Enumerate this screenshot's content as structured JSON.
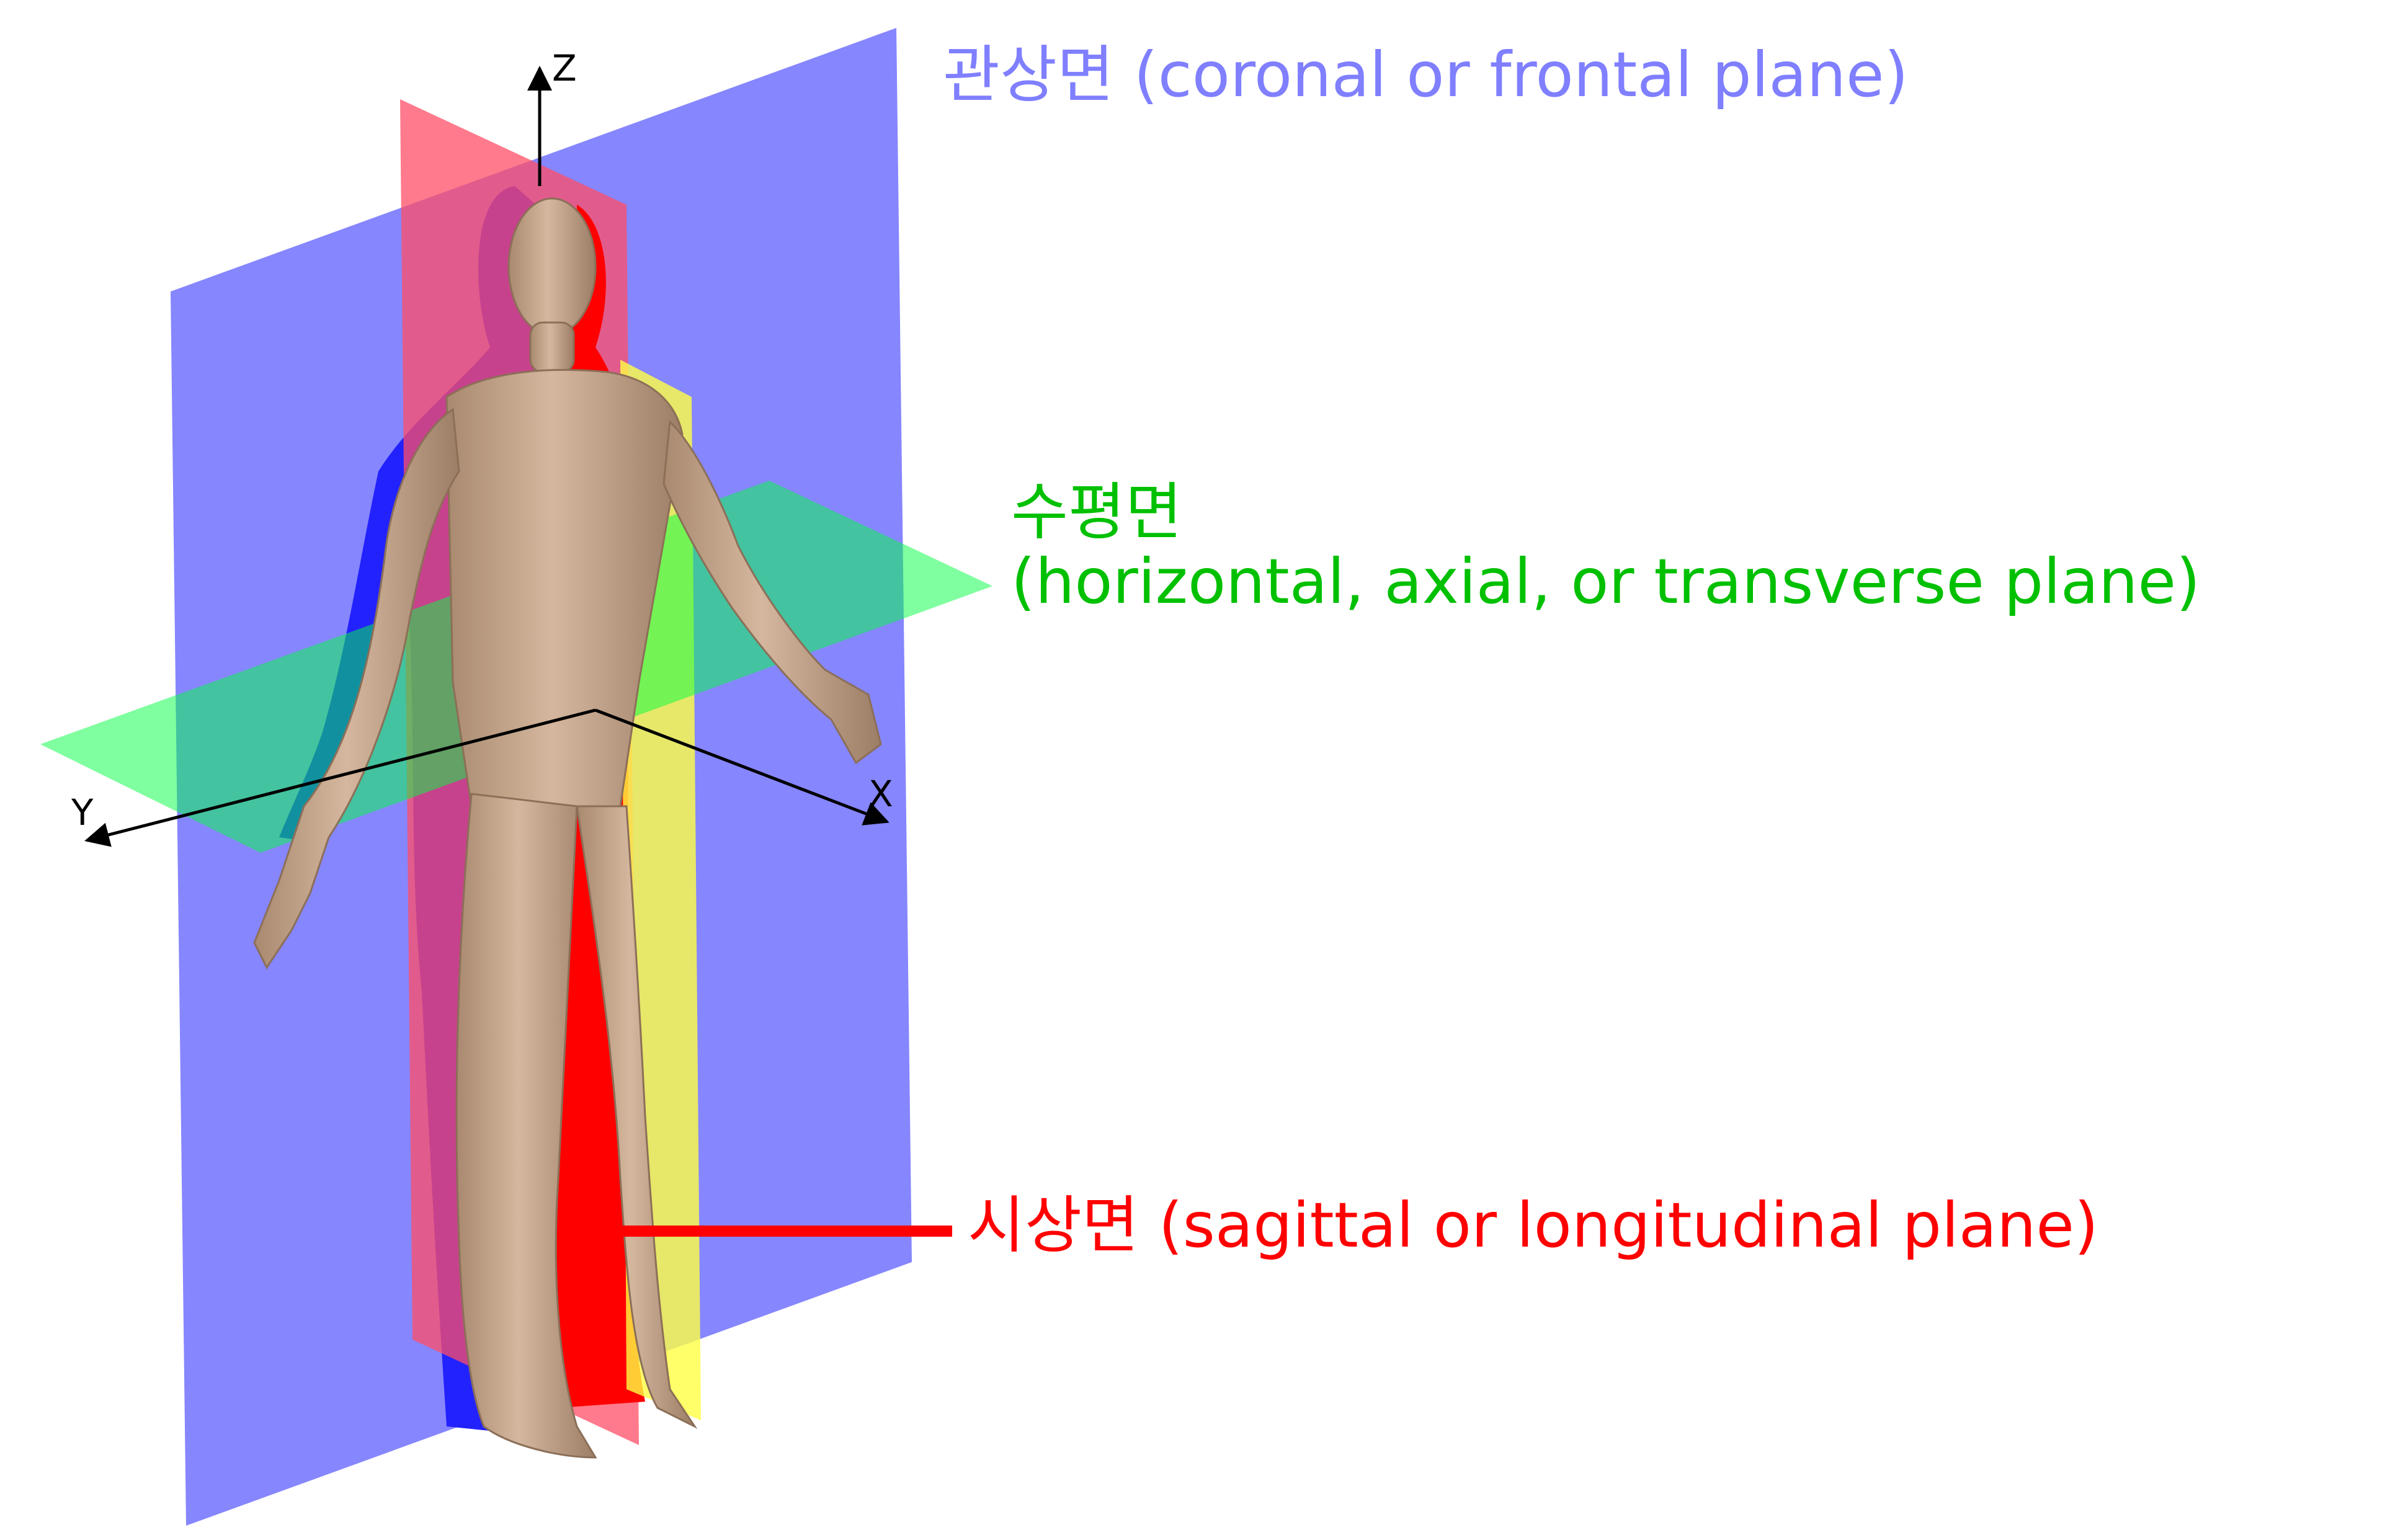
{
  "axes": {
    "x": "X",
    "y": "Y",
    "z": "Z"
  },
  "labels": {
    "coronal": "관상면 (coronal or frontal plane)",
    "horizontal_line1": "수평면",
    "horizontal_line2": "(horizontal, axial, or transverse plane)",
    "sagittal": "시상면 (sagittal or longitudinal plane)"
  },
  "colors": {
    "coronal": "#7f7fff",
    "horizontal": "#00c000",
    "sagittal": "#ff0000",
    "sagittal_plane_fill": "#ff4d66",
    "yellow_plane": "#ffff44",
    "skin": "#c8a98e"
  }
}
